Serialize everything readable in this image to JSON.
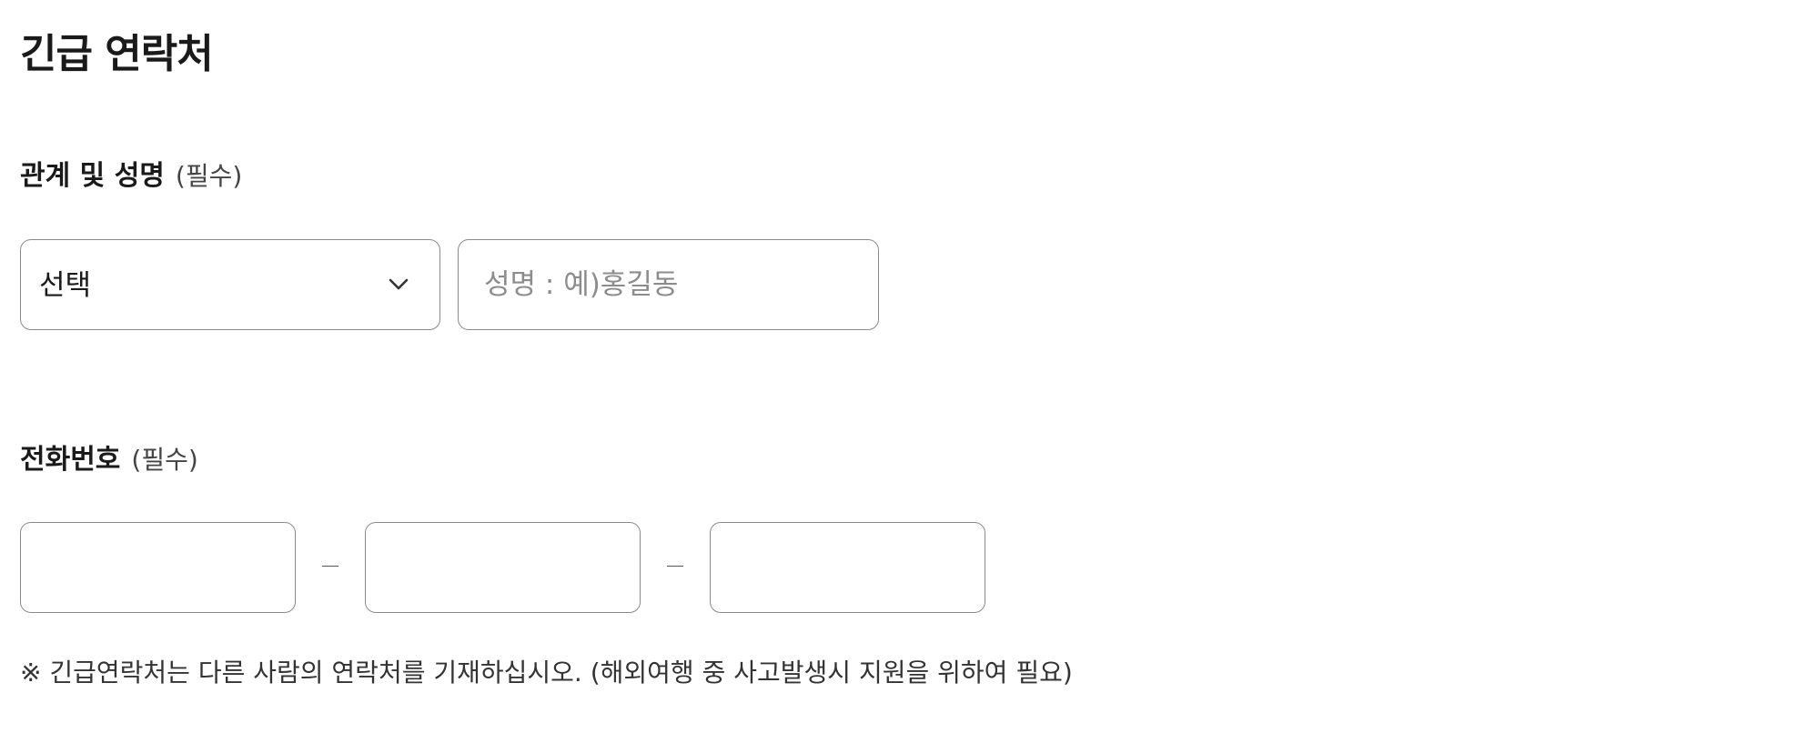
{
  "section": {
    "title": "긴급 연락처"
  },
  "relation_name": {
    "label": "관계 및 성명",
    "required": "(필수)",
    "relation_select_value": "선택",
    "name_placeholder": "성명 : 예)홍길동",
    "name_value": ""
  },
  "phone": {
    "label": "전화번호",
    "required": "(필수)",
    "part1": "",
    "part2": "",
    "part3": ""
  },
  "notice": {
    "text": "※ 긴급연락처는 다른 사람의 연락처를 기재하십시오. (해외여행 중 사고발생시 지원을 위하여 필요)"
  },
  "icons": {
    "select_arrow": "chevron-down-icon"
  }
}
